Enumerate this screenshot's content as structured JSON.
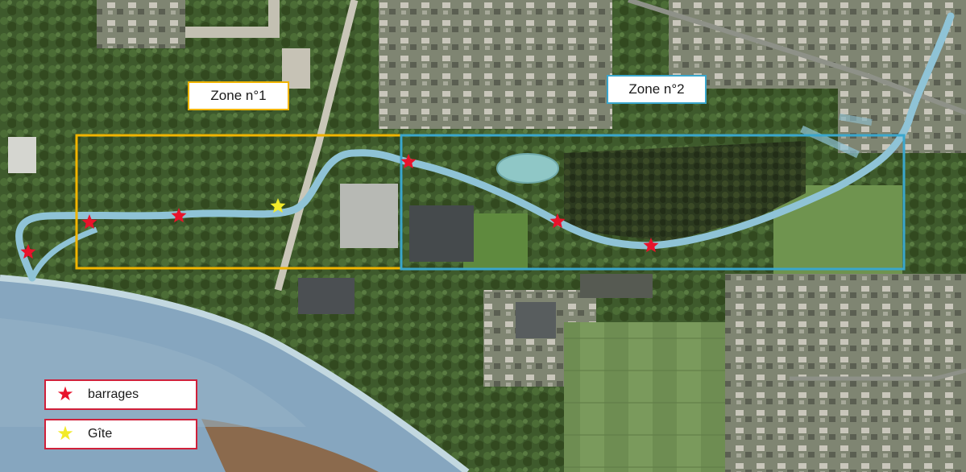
{
  "zones": [
    {
      "label": "Zone n°1",
      "color": "#f0b400"
    },
    {
      "label": "Zone n°2",
      "color": "#3aa6cc"
    }
  ],
  "legend": [
    {
      "label": "barrages",
      "icon": "red-star-icon",
      "color": "#e8132b"
    },
    {
      "label": "Gîte",
      "icon": "yellow-star-icon",
      "color": "#f2ea2a"
    }
  ],
  "colors": {
    "stream": "#8fc3d6",
    "river": "#86a6bf",
    "vegetation": "#4e6b3b"
  }
}
